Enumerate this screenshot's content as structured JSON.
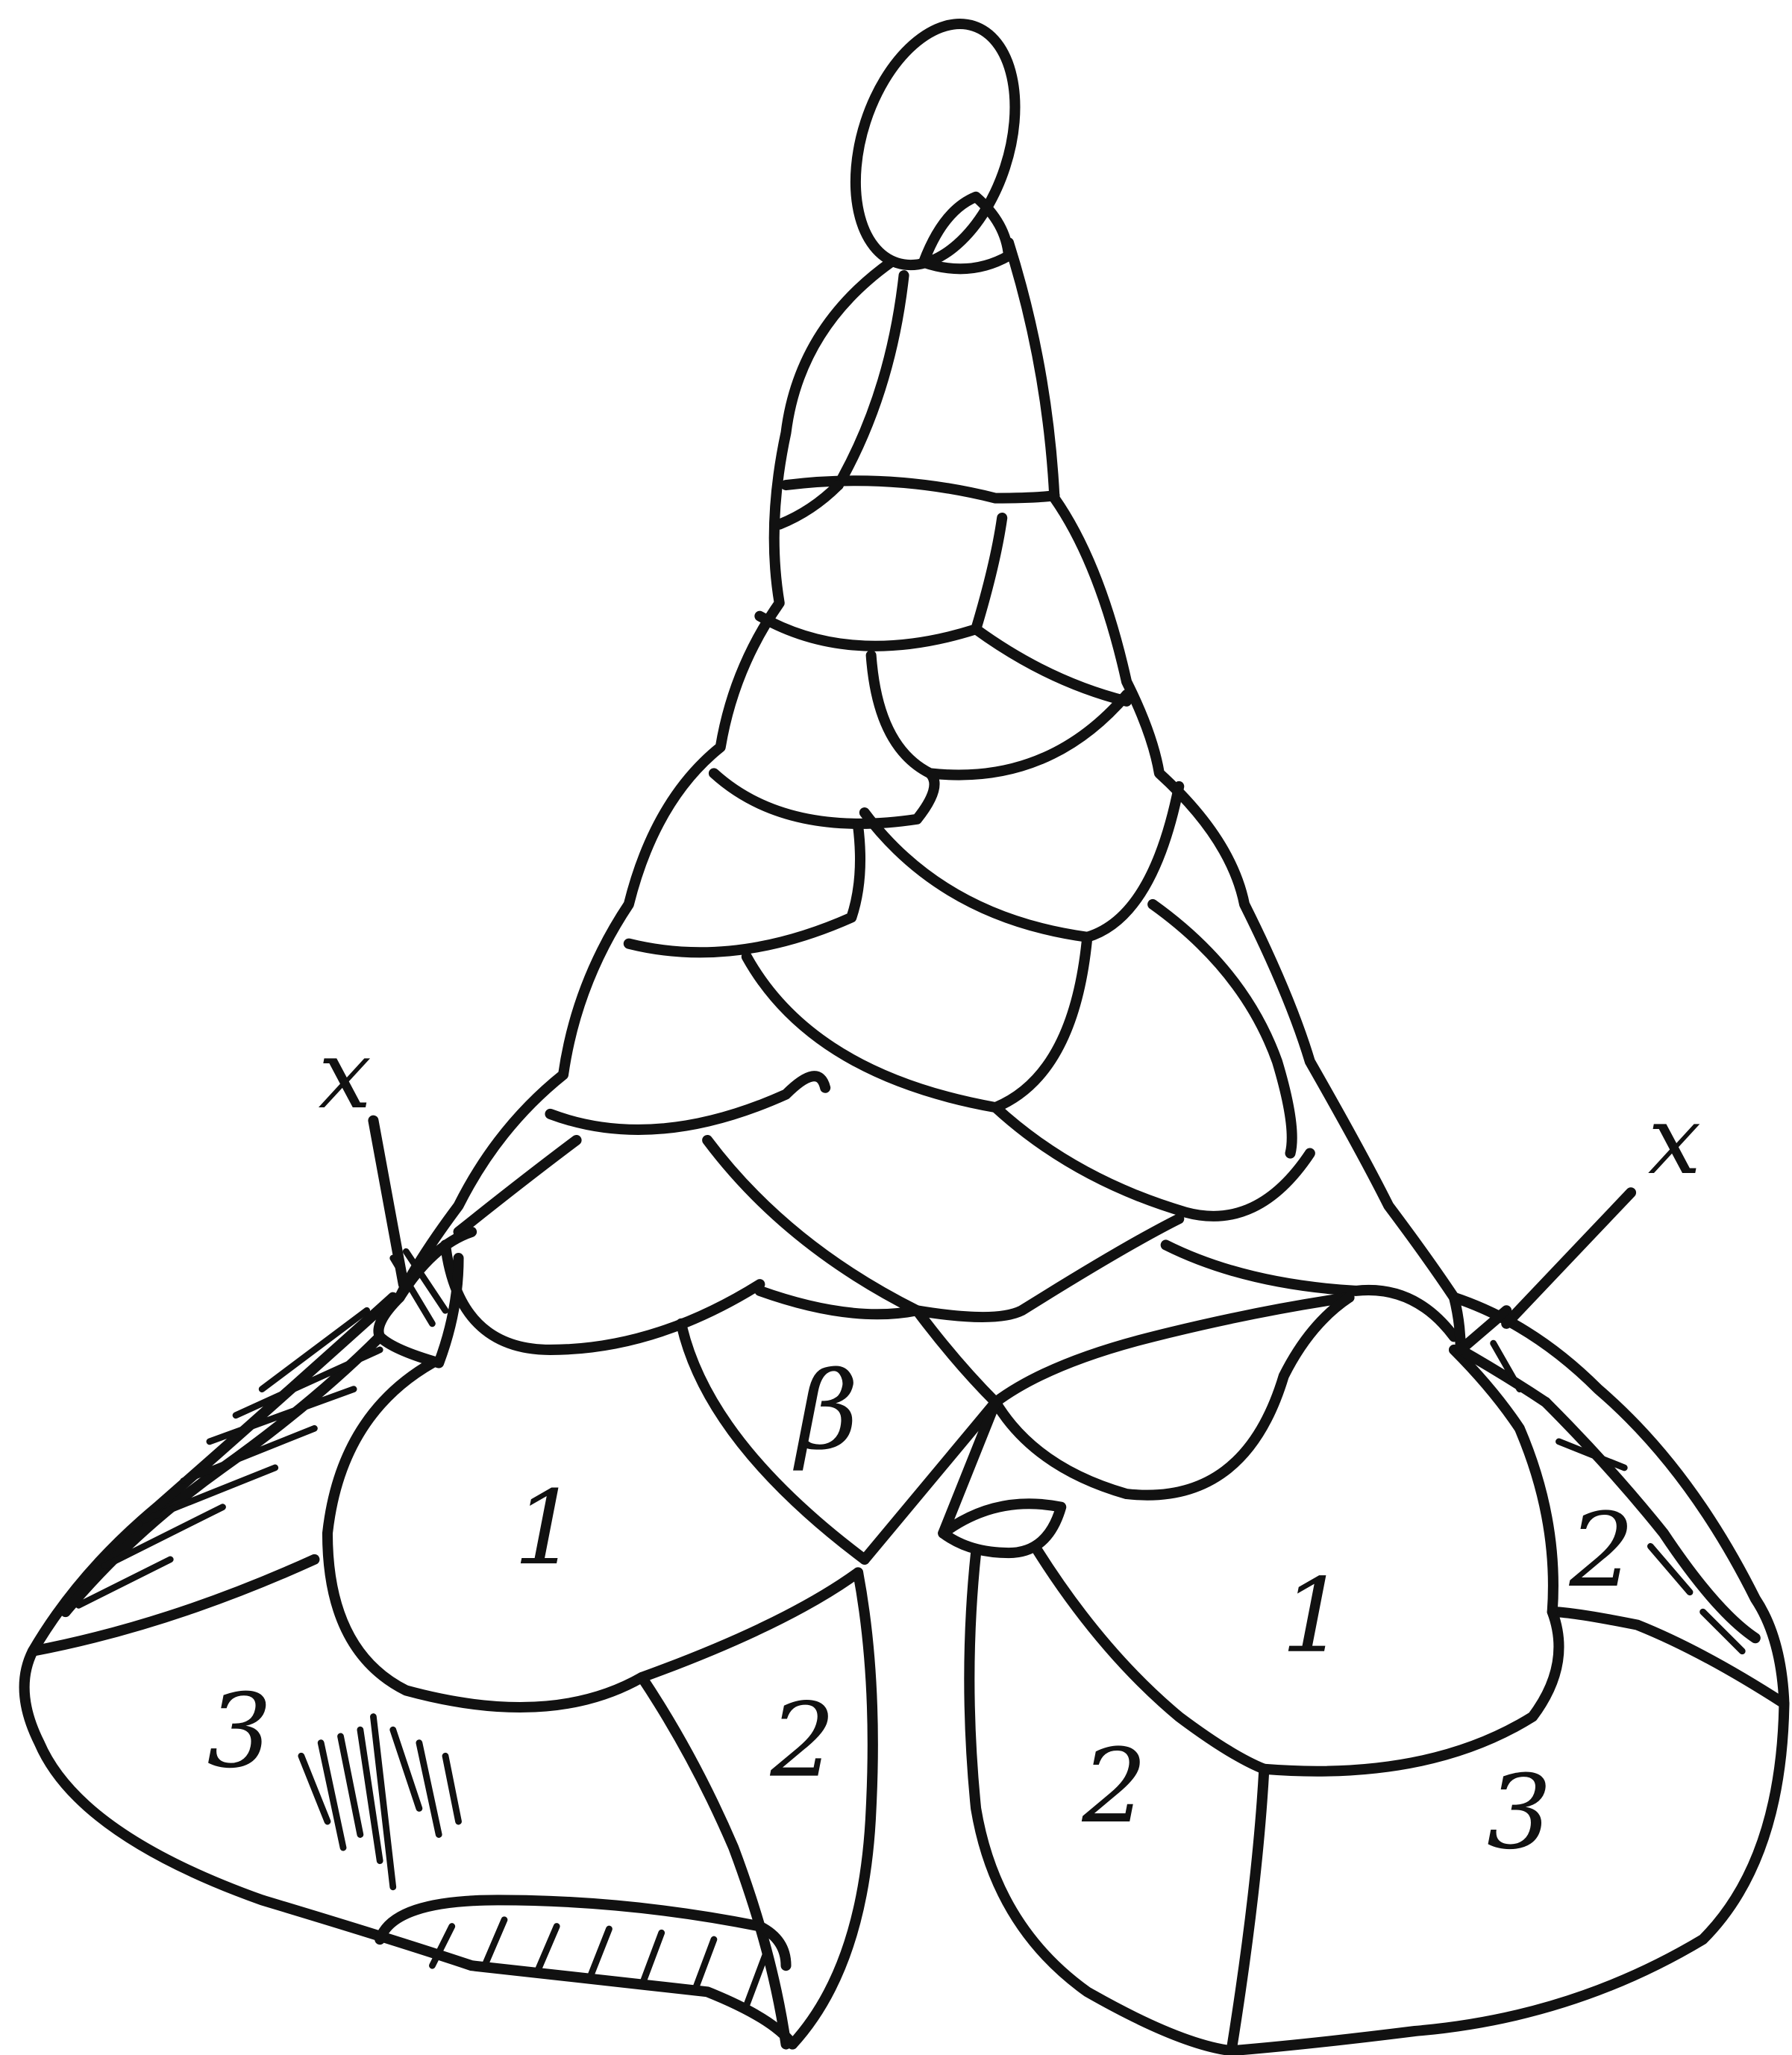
{
  "labels": {
    "x_left": "x",
    "x_right": "x",
    "beta": "β",
    "left_1": "1",
    "left_2": "2",
    "left_3": "3",
    "right_1": "1",
    "right_2": "2",
    "right_3": "3",
    "right_edge_2": "2"
  }
}
